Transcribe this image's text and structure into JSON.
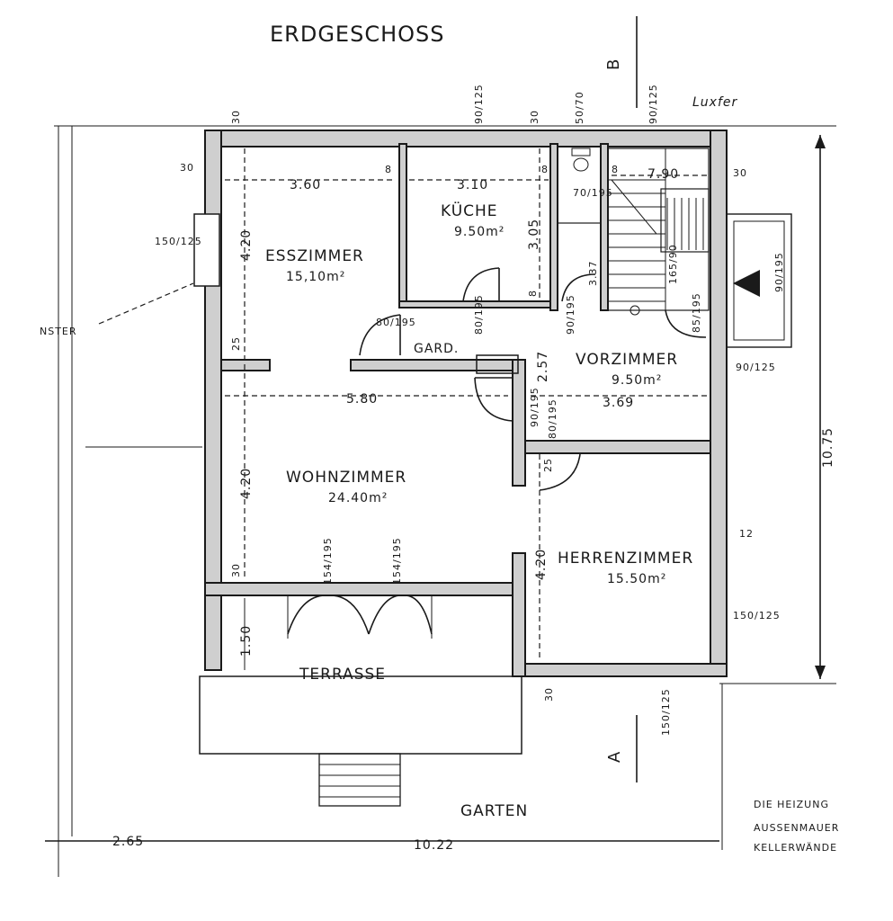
{
  "title": "ERDGESCHOSS",
  "section_marks": {
    "top": "B",
    "bottom": "A"
  },
  "rooms": {
    "esszimmer": {
      "name": "ESSZIMMER",
      "area": "15,10m²"
    },
    "kueche": {
      "name": "KÜCHE",
      "area": "9.50m²"
    },
    "vorzimmer": {
      "name": "VORZIMMER",
      "area": "9.50m²"
    },
    "wohnzimmer": {
      "name": "WOHNZIMMER",
      "area": "24.40m²"
    },
    "herrenzimmer": {
      "name": "HERRENZIMMER",
      "area": "15.50m²"
    },
    "terrasse": {
      "name": "TERRASSE"
    },
    "garderobe": {
      "name": "GARD."
    },
    "garten": {
      "name": "GARTEN"
    }
  },
  "labels": {
    "luxfer": "Luxfer",
    "fenster": "NSTER"
  },
  "dimensions": {
    "ess_width": "3.60",
    "kueche_width": "3.10",
    "top_right": "7.90",
    "wohn_width": "5.80",
    "vor_width": "3.69",
    "ess_height": "4.20",
    "wohn_height": "4.20",
    "herren_height": "4.20",
    "kueche_height": "3.05",
    "terrace_depth": "1.50",
    "side_height": "10.75",
    "bottom_total": "10.22",
    "bottom_left": "2.65",
    "vor_height": "2.57",
    "stair_gap": "3.37",
    "wall_30_a": "30",
    "wall_30_b": "30",
    "wall_30_c": "30",
    "wall_30_d": "30",
    "wall_30_e": "30",
    "wall_30_f": "30",
    "wall_25_a": "25",
    "wall_25_b": "25",
    "wall_8_a": "8",
    "wall_8_b": "8",
    "wall_8_c": "8",
    "wall_8_d": "8",
    "wall_12": "12"
  },
  "openings": {
    "win_top_1": "90/125",
    "win_top_2": "50/70",
    "win_top_3": "90/125",
    "win_left": "150/125",
    "win_right_1": "90/125",
    "win_right_2": "150/125",
    "win_bottom": "150/125",
    "door_ess": "80/195",
    "door_kueche": "80/195",
    "door_wc": "70/195",
    "door_vor": "85/195",
    "door_entry": "90/195",
    "door_wohn_1": "90/195",
    "door_wohn_2": "80/195",
    "door_terr_1": "154/195",
    "door_terr_2": "154/195",
    "door_stair": "165/90",
    "door_out": "90/195"
  },
  "notes": [
    "DIE HEIZUNG",
    "AUSSENMAUER",
    "KELLERWÄNDE"
  ]
}
